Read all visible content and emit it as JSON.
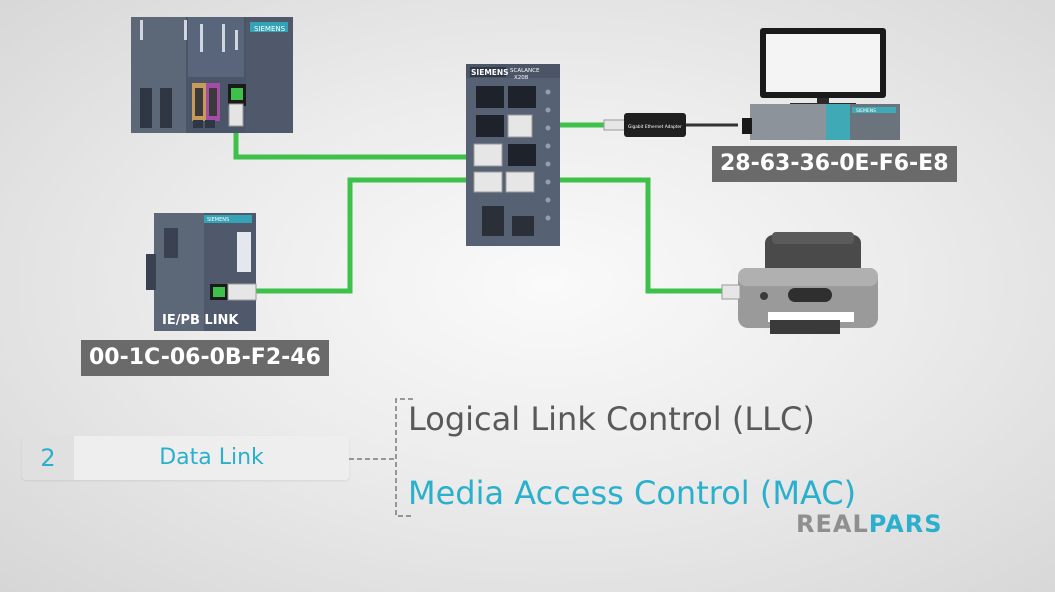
{
  "devices": {
    "plc": {
      "brand": "SIEMENS"
    },
    "switch": {
      "brand": "SIEMENS",
      "model_line1": "SCALANCE",
      "model_line2": "X208"
    },
    "adapter": {
      "label": "Gigabit Ethernet Adapter"
    },
    "pc": {
      "brand": "SIEMENS",
      "mac": "28-63-36-0E-F6-E8"
    },
    "ie_pb_link": {
      "brand": "SIEMENS",
      "caption": "IE/PB LINK",
      "mac": "00-1C-06-0B-F2-46"
    }
  },
  "osi_layer": {
    "number": "2",
    "name": "Data Link"
  },
  "sublayers": {
    "llc": "Logical Link Control (LLC)",
    "mac": "Media Access Control (MAC)"
  },
  "logo": {
    "part1": "REAL",
    "part2": "PARS"
  },
  "colors": {
    "accent": "#2ab0cd",
    "cable": "#3dc14a",
    "label_bg": "#6a6a6a",
    "text_gray": "#595959"
  }
}
